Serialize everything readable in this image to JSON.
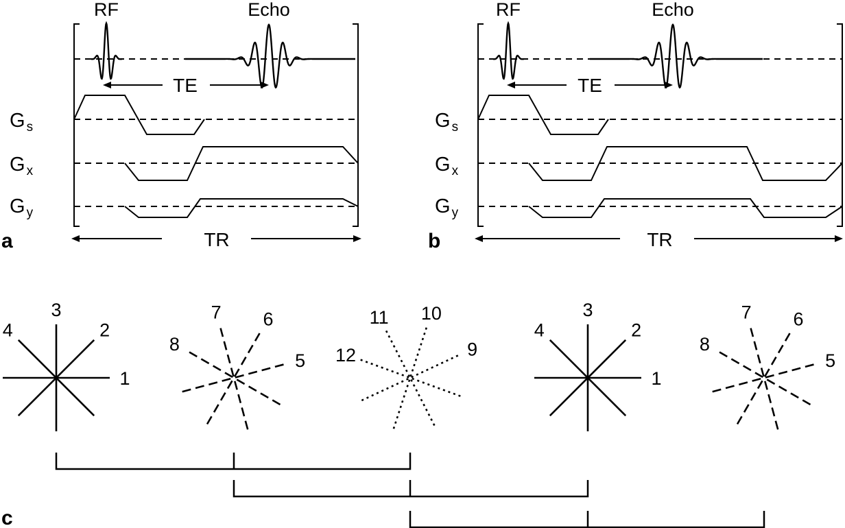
{
  "panels": {
    "a": {
      "label": "a",
      "rf_label": "RF",
      "echo_label": "Echo",
      "te_label": "TE",
      "tr_label": "TR",
      "gs_label": "G",
      "gs_sub": "s",
      "gx_label": "G",
      "gx_sub": "x",
      "gy_label": "G",
      "gy_sub": "y"
    },
    "b": {
      "label": "b",
      "rf_label": "RF",
      "echo_label": "Echo",
      "te_label": "TE",
      "tr_label": "TR",
      "gs_label": "G",
      "gs_sub": "s",
      "gx_label": "G",
      "gx_sub": "x",
      "gy_label": "G",
      "gy_sub": "y"
    },
    "c": {
      "label": "c",
      "stars": [
        {
          "style": "solid",
          "labels": [
            "1",
            "2",
            "3",
            "4"
          ]
        },
        {
          "style": "dashed",
          "labels": [
            "5",
            "6",
            "7",
            "8"
          ]
        },
        {
          "style": "dotted",
          "labels": [
            "9",
            "10",
            "11",
            "12"
          ]
        },
        {
          "style": "solid",
          "labels": [
            "1",
            "2",
            "3",
            "4"
          ]
        },
        {
          "style": "dashed",
          "labels": [
            "5",
            "6",
            "7",
            "8"
          ]
        }
      ]
    }
  }
}
